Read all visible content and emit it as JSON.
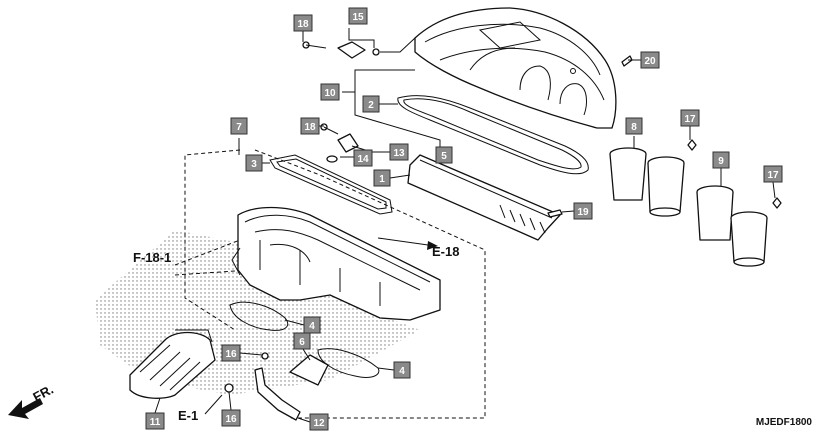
{
  "diagram": {
    "code": "MJEDF1800",
    "direction_label": "FR.",
    "references": {
      "f18_1": "F-18-1",
      "e18": "E-18",
      "e1": "E-1"
    },
    "callouts": {
      "c18_top": "18",
      "c15": "15",
      "c20": "20",
      "c10": "10",
      "c2": "2",
      "c7": "7",
      "c18_mid": "18",
      "c5": "5",
      "c13": "13",
      "c14": "14",
      "c3": "3",
      "c1": "1",
      "c19": "19",
      "c8": "8",
      "c17_a": "17",
      "c9": "9",
      "c17_b": "17",
      "c4_upper": "4",
      "c6": "6",
      "c16_upper": "16",
      "c4_lower": "4",
      "c11": "11",
      "c16_lower": "16",
      "c12": "12"
    }
  }
}
